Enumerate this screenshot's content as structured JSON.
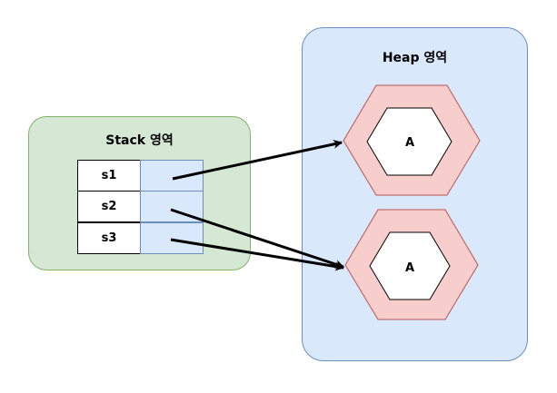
{
  "stack": {
    "title": "Stack 영역",
    "variables": [
      {
        "name": "s1"
      },
      {
        "name": "s2"
      },
      {
        "name": "s3"
      }
    ]
  },
  "heap": {
    "title": "Heap 영역",
    "objects": [
      {
        "label": "A"
      },
      {
        "label": "A"
      }
    ]
  },
  "references": [
    {
      "from": "s1",
      "to": 0
    },
    {
      "from": "s2",
      "to": 1
    },
    {
      "from": "s3",
      "to": 1
    }
  ],
  "colors": {
    "stack_fill": "#d5e8d4",
    "stack_border": "#82b366",
    "heap_fill": "#dae8fc",
    "heap_border": "#6c8ebf",
    "object_outer_fill": "#f8cecc",
    "object_outer_border": "#b85450"
  }
}
